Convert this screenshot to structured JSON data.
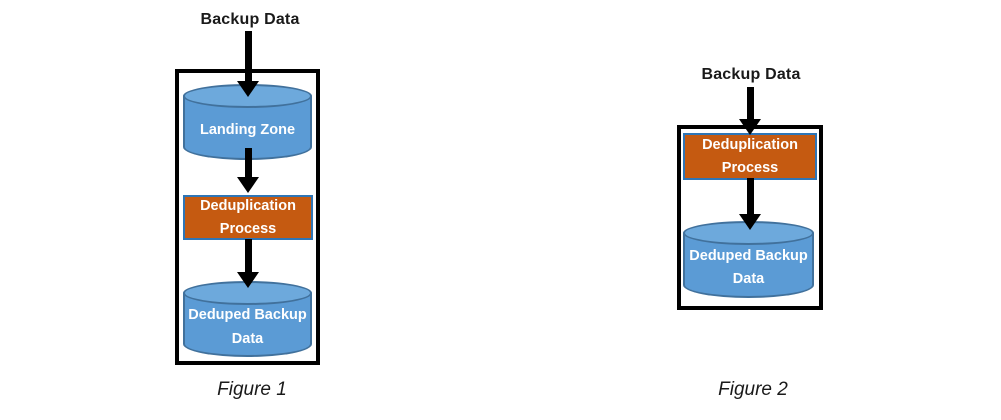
{
  "figures": [
    {
      "caption": "Figure 1",
      "input_label": "Backup Data",
      "landing_zone_label": "Landing Zone",
      "process_label": "Deduplication Process",
      "output_label": "Deduped Backup Data"
    },
    {
      "caption": "Figure 2",
      "input_label": "Backup Data",
      "process_label": "Deduplication Process",
      "output_label": "Deduped Backup Data"
    }
  ],
  "colors": {
    "cylinder_fill": "#5B9BD5",
    "cylinder_top_fill": "#6DA9DC",
    "cylinder_border": "#41719C",
    "process_fill": "#C55A11",
    "process_border": "#2E75B6",
    "arrow": "#000000",
    "frame_border": "#000000",
    "background": "#FFFFFF"
  }
}
